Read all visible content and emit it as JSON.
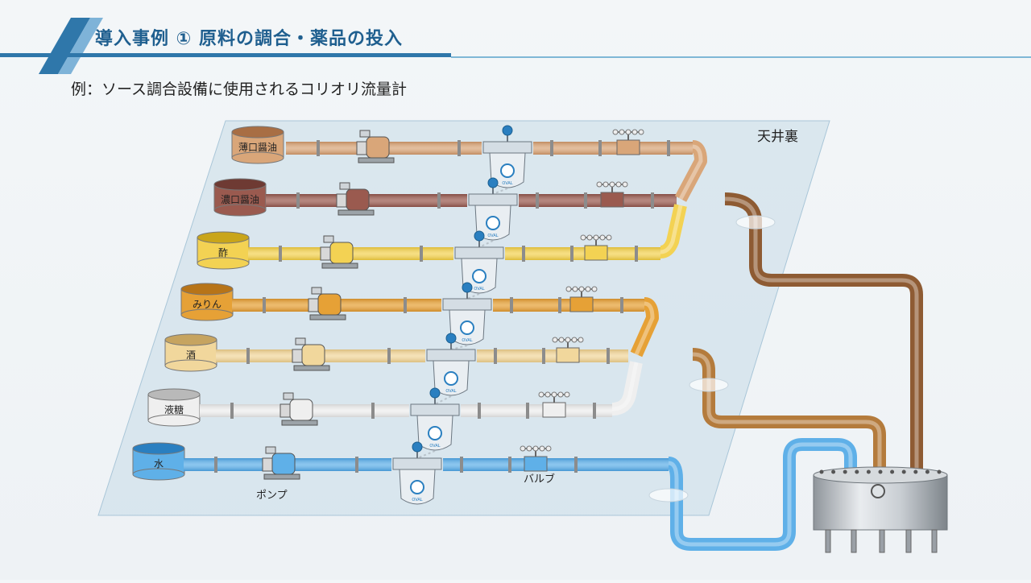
{
  "header": {
    "title": "導入事例 ① 原料の調合・薬品の投入",
    "subtitle": "例：ソース調合設備に使用されるコリオリ流量計"
  },
  "ceiling_label": "天井裏",
  "pump_label": "ポンプ",
  "valve_label": "バルブ",
  "meter_brand": "OVAL",
  "lines": [
    {
      "label": "薄口醤油",
      "color": "#d9a679",
      "dark": "#a86e44"
    },
    {
      "label": "濃口醤油",
      "color": "#9a5a4f",
      "dark": "#6e3a33"
    },
    {
      "label": "酢",
      "color": "#f3d253",
      "dark": "#c9a51a"
    },
    {
      "label": "みりん",
      "color": "#e6a136",
      "dark": "#b77418"
    },
    {
      "label": "酒",
      "color": "#f1d79c",
      "dark": "#c6a460"
    },
    {
      "label": "液糖",
      "color": "#efefef",
      "dark": "#b9b9b9"
    },
    {
      "label": "水",
      "color": "#5fb0e8",
      "dark": "#2a7fc0"
    }
  ],
  "colors": {
    "brand": "#1f6fa6",
    "platform": "#c6dbe8",
    "mix_pipe": "#8a5a32"
  }
}
